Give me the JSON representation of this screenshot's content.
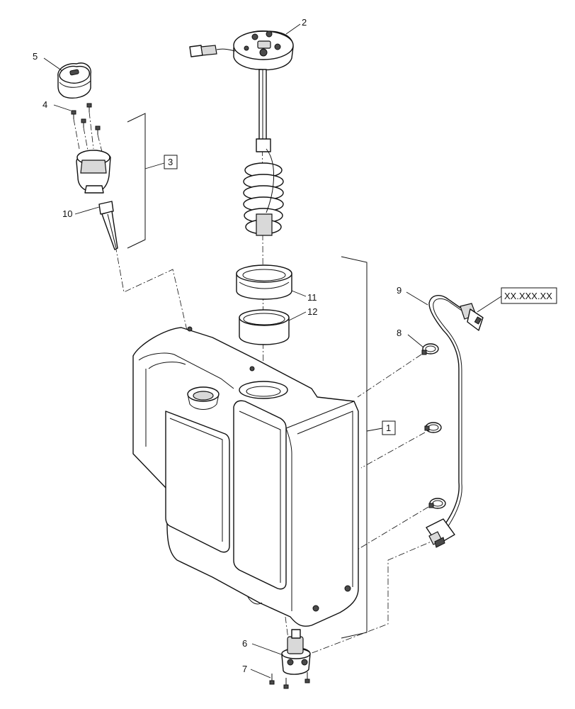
{
  "callouts": {
    "tank": "1",
    "sender_unit": "2",
    "filler_neck_assembly": "3",
    "screw_top": "4",
    "cap": "5",
    "drain_pump": "6",
    "screw_bottom": "7",
    "clamp": "8",
    "harness": "9",
    "strainer": "10",
    "ring_upper": "11",
    "ring_lower": "12"
  },
  "reference_box": "XX.XXX.XX"
}
